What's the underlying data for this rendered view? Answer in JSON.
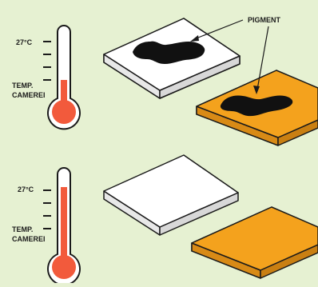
{
  "labels": {
    "temp_top": "27°C",
    "room_top_line1": "TEMP.",
    "room_top_line2": "CAMEREI",
    "temp_bottom": "27°C",
    "room_bottom_line1": "TEMP.",
    "room_bottom_line2": "CAMEREI",
    "pigment": "PIGMENT"
  },
  "colors": {
    "background": "#e6f1d2",
    "outline": "#1a1a1a",
    "white_plate": "#ffffff",
    "orange_plate": "#f4a21d",
    "thermometer_fill": "#f25a3c",
    "pigment": "#111111"
  },
  "thermometers": [
    {
      "name": "top",
      "fill_level": 0.47
    },
    {
      "name": "bottom",
      "fill_level": 0.95
    }
  ]
}
